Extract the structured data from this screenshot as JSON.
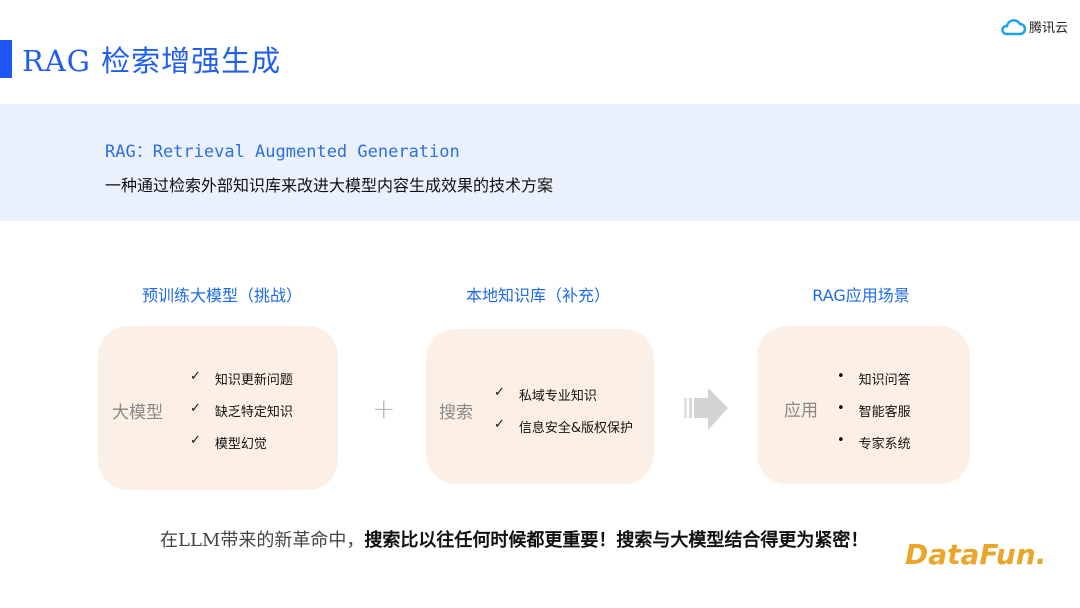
{
  "header": {
    "title": "RAG 检索增强生成",
    "logo": "腾讯云"
  },
  "intro": {
    "definition": "RAG：Retrieval Augmented Generation",
    "description": "一种通过检索外部知识库来改进大模型内容生成效果的技术方案"
  },
  "columns": [
    {
      "heading": "预训练大模型（挑战）",
      "label": "大模型",
      "items": [
        "知识更新问题",
        "缺乏特定知识",
        "模型幻觉"
      ],
      "marker": "✓"
    },
    {
      "heading": "本地知识库（补充）",
      "label": "搜索",
      "items": [
        "私域专业知识",
        "信息安全&版权保护"
      ],
      "marker": "✓"
    },
    {
      "heading": "RAG应用场景",
      "label": "应用",
      "items": [
        "知识问答",
        "智能客服",
        "专家系统"
      ],
      "marker": "•"
    }
  ],
  "operators": {
    "plus": "+"
  },
  "footer": {
    "lead": "在LLM带来的新革命中，",
    "emphasis": "搜索比以往任何时候都更重要！搜索与大模型结合得更为紧密！",
    "brand": "DataFun."
  },
  "colors": {
    "accent": "#1f5ef0",
    "card": "#fcf0e6",
    "band": "#eaf1fc"
  }
}
